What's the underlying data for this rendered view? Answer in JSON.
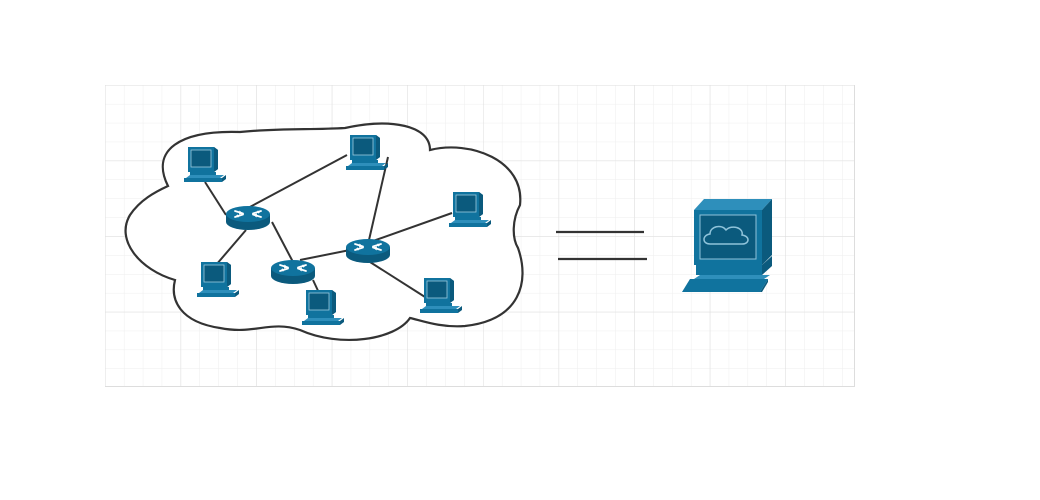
{
  "colors": {
    "device_fill": "#10739e",
    "device_dark": "#0b5a7d",
    "device_light": "#2e8fbb",
    "link_stroke": "#333333",
    "cloud_stroke": "#333333",
    "grid_minor": "#eeeeee",
    "grid_major": "#dedede",
    "background": "#ffffff"
  },
  "diagram": {
    "nodes": [
      {
        "id": "pc-top-left",
        "kind": "computer",
        "icon": "computer-icon"
      },
      {
        "id": "pc-top-center",
        "kind": "computer",
        "icon": "computer-icon"
      },
      {
        "id": "pc-right-upper",
        "kind": "computer",
        "icon": "computer-icon"
      },
      {
        "id": "pc-left-lower",
        "kind": "computer",
        "icon": "computer-icon"
      },
      {
        "id": "pc-bottom-center",
        "kind": "computer",
        "icon": "computer-icon"
      },
      {
        "id": "pc-right-lower",
        "kind": "computer",
        "icon": "computer-icon"
      },
      {
        "id": "router-left",
        "kind": "router",
        "icon": "router-icon"
      },
      {
        "id": "router-bottom",
        "kind": "router",
        "icon": "router-icon"
      },
      {
        "id": "router-right",
        "kind": "router",
        "icon": "router-icon"
      },
      {
        "id": "cloud-workstation",
        "kind": "workstation",
        "icon": "cloud-computer-icon"
      }
    ],
    "links": [
      [
        "pc-top-left",
        "router-left"
      ],
      [
        "router-left",
        "pc-top-center"
      ],
      [
        "router-left",
        "pc-left-lower"
      ],
      [
        "router-left",
        "router-bottom"
      ],
      [
        "router-bottom",
        "router-right"
      ],
      [
        "router-bottom",
        "pc-bottom-center"
      ],
      [
        "router-right",
        "pc-top-center"
      ],
      [
        "router-right",
        "pc-right-upper"
      ],
      [
        "router-right",
        "pc-right-lower"
      ]
    ],
    "relation_symbol": "equals-sign"
  }
}
